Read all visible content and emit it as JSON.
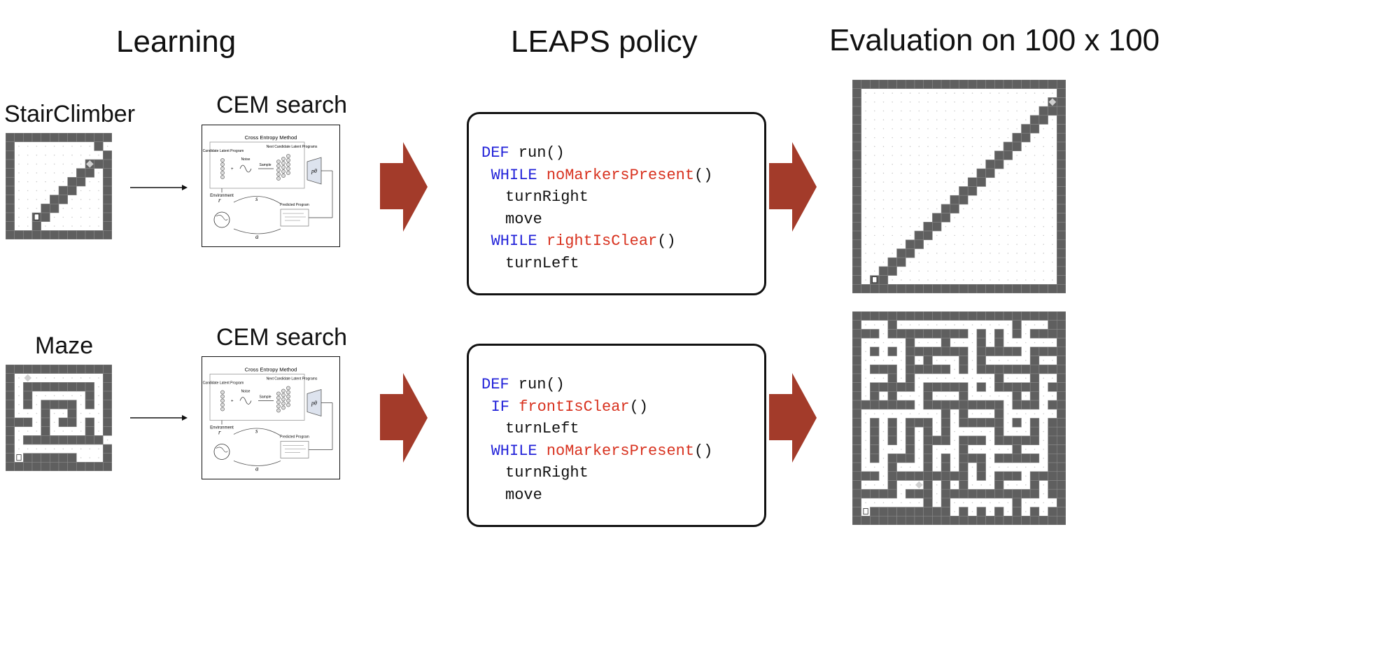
{
  "headings": {
    "learning": "Learning",
    "policy": "LEAPS policy",
    "evaluation": "Evaluation on 100 x 100"
  },
  "rows": [
    {
      "task": "StairClimber",
      "search_label": "CEM search",
      "program": [
        {
          "kw": "DEF",
          "fn": "",
          "rest": " run()"
        },
        {
          "kw": "WHILE",
          "fn": "noMarkersPresent",
          "rest": "()"
        },
        {
          "kw": "",
          "fn": "",
          "rest": "turnRight"
        },
        {
          "kw": "",
          "fn": "",
          "rest": "move"
        },
        {
          "kw": "WHILE",
          "fn": "rightIsClear",
          "rest": "()"
        },
        {
          "kw": "",
          "fn": "",
          "rest": "turnLeft"
        }
      ]
    },
    {
      "task": "Maze",
      "search_label": "CEM search",
      "program": [
        {
          "kw": "DEF",
          "fn": "",
          "rest": " run()"
        },
        {
          "kw": "IF",
          "fn": "frontIsClear",
          "rest": "()"
        },
        {
          "kw": "",
          "fn": "",
          "rest": "turnLeft"
        },
        {
          "kw": "WHILE",
          "fn": "noMarkersPresent",
          "rest": "()"
        },
        {
          "kw": "",
          "fn": "",
          "rest": "turnRight"
        },
        {
          "kw": "",
          "fn": "",
          "rest": "move"
        }
      ]
    }
  ],
  "cem": {
    "title": "Cross Entropy Method",
    "candidate": "Candidate Latent Program",
    "noise": "Noise",
    "sample": "Sample",
    "next": "Next Candidate Latent Programs",
    "decoder": "pθ",
    "environment": "Environment",
    "predicted": "Predicted Program",
    "r": "r",
    "s": "s",
    "a": "a"
  },
  "colors": {
    "arrow": "#a33b2a",
    "wall": "#5f5f5f",
    "keyword": "#2424d9",
    "function": "#d8321f"
  }
}
